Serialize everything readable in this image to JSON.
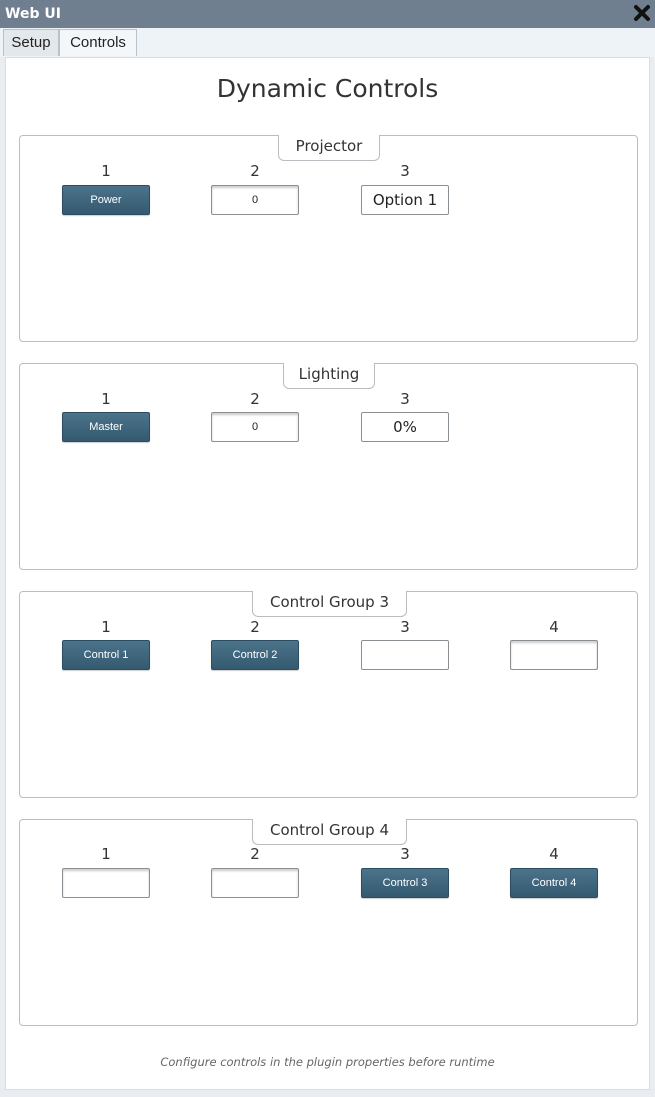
{
  "window": {
    "title": "Web UI",
    "close_icon": "close-x-icon"
  },
  "tabs": [
    {
      "label": "Setup"
    },
    {
      "label": "Controls"
    }
  ],
  "page": {
    "heading": "Dynamic Controls",
    "footer": "Configure controls in the plugin properties before runtime"
  },
  "groups": [
    {
      "name": "Projector",
      "columns": [
        "1",
        "2",
        "3"
      ],
      "controls": [
        {
          "kind": "button",
          "label": "Power"
        },
        {
          "kind": "field",
          "value": "0"
        },
        {
          "kind": "combo",
          "value": "Option 1"
        }
      ]
    },
    {
      "name": "Lighting",
      "columns": [
        "1",
        "2",
        "3"
      ],
      "controls": [
        {
          "kind": "button",
          "label": "Master"
        },
        {
          "kind": "field",
          "value": "0"
        },
        {
          "kind": "combo",
          "value": "0%"
        }
      ]
    },
    {
      "name": "Control Group 3",
      "columns": [
        "1",
        "2",
        "3",
        "4"
      ],
      "controls": [
        {
          "kind": "button",
          "label": "Control 1"
        },
        {
          "kind": "button",
          "label": "Control 2"
        },
        {
          "kind": "field",
          "value": ""
        },
        {
          "kind": "field",
          "value": ""
        }
      ]
    },
    {
      "name": "Control Group 4",
      "columns": [
        "1",
        "2",
        "3",
        "4"
      ],
      "controls": [
        {
          "kind": "field",
          "value": ""
        },
        {
          "kind": "field",
          "value": ""
        },
        {
          "kind": "button",
          "label": "Control 3"
        },
        {
          "kind": "button",
          "label": "Control 4"
        }
      ]
    }
  ]
}
